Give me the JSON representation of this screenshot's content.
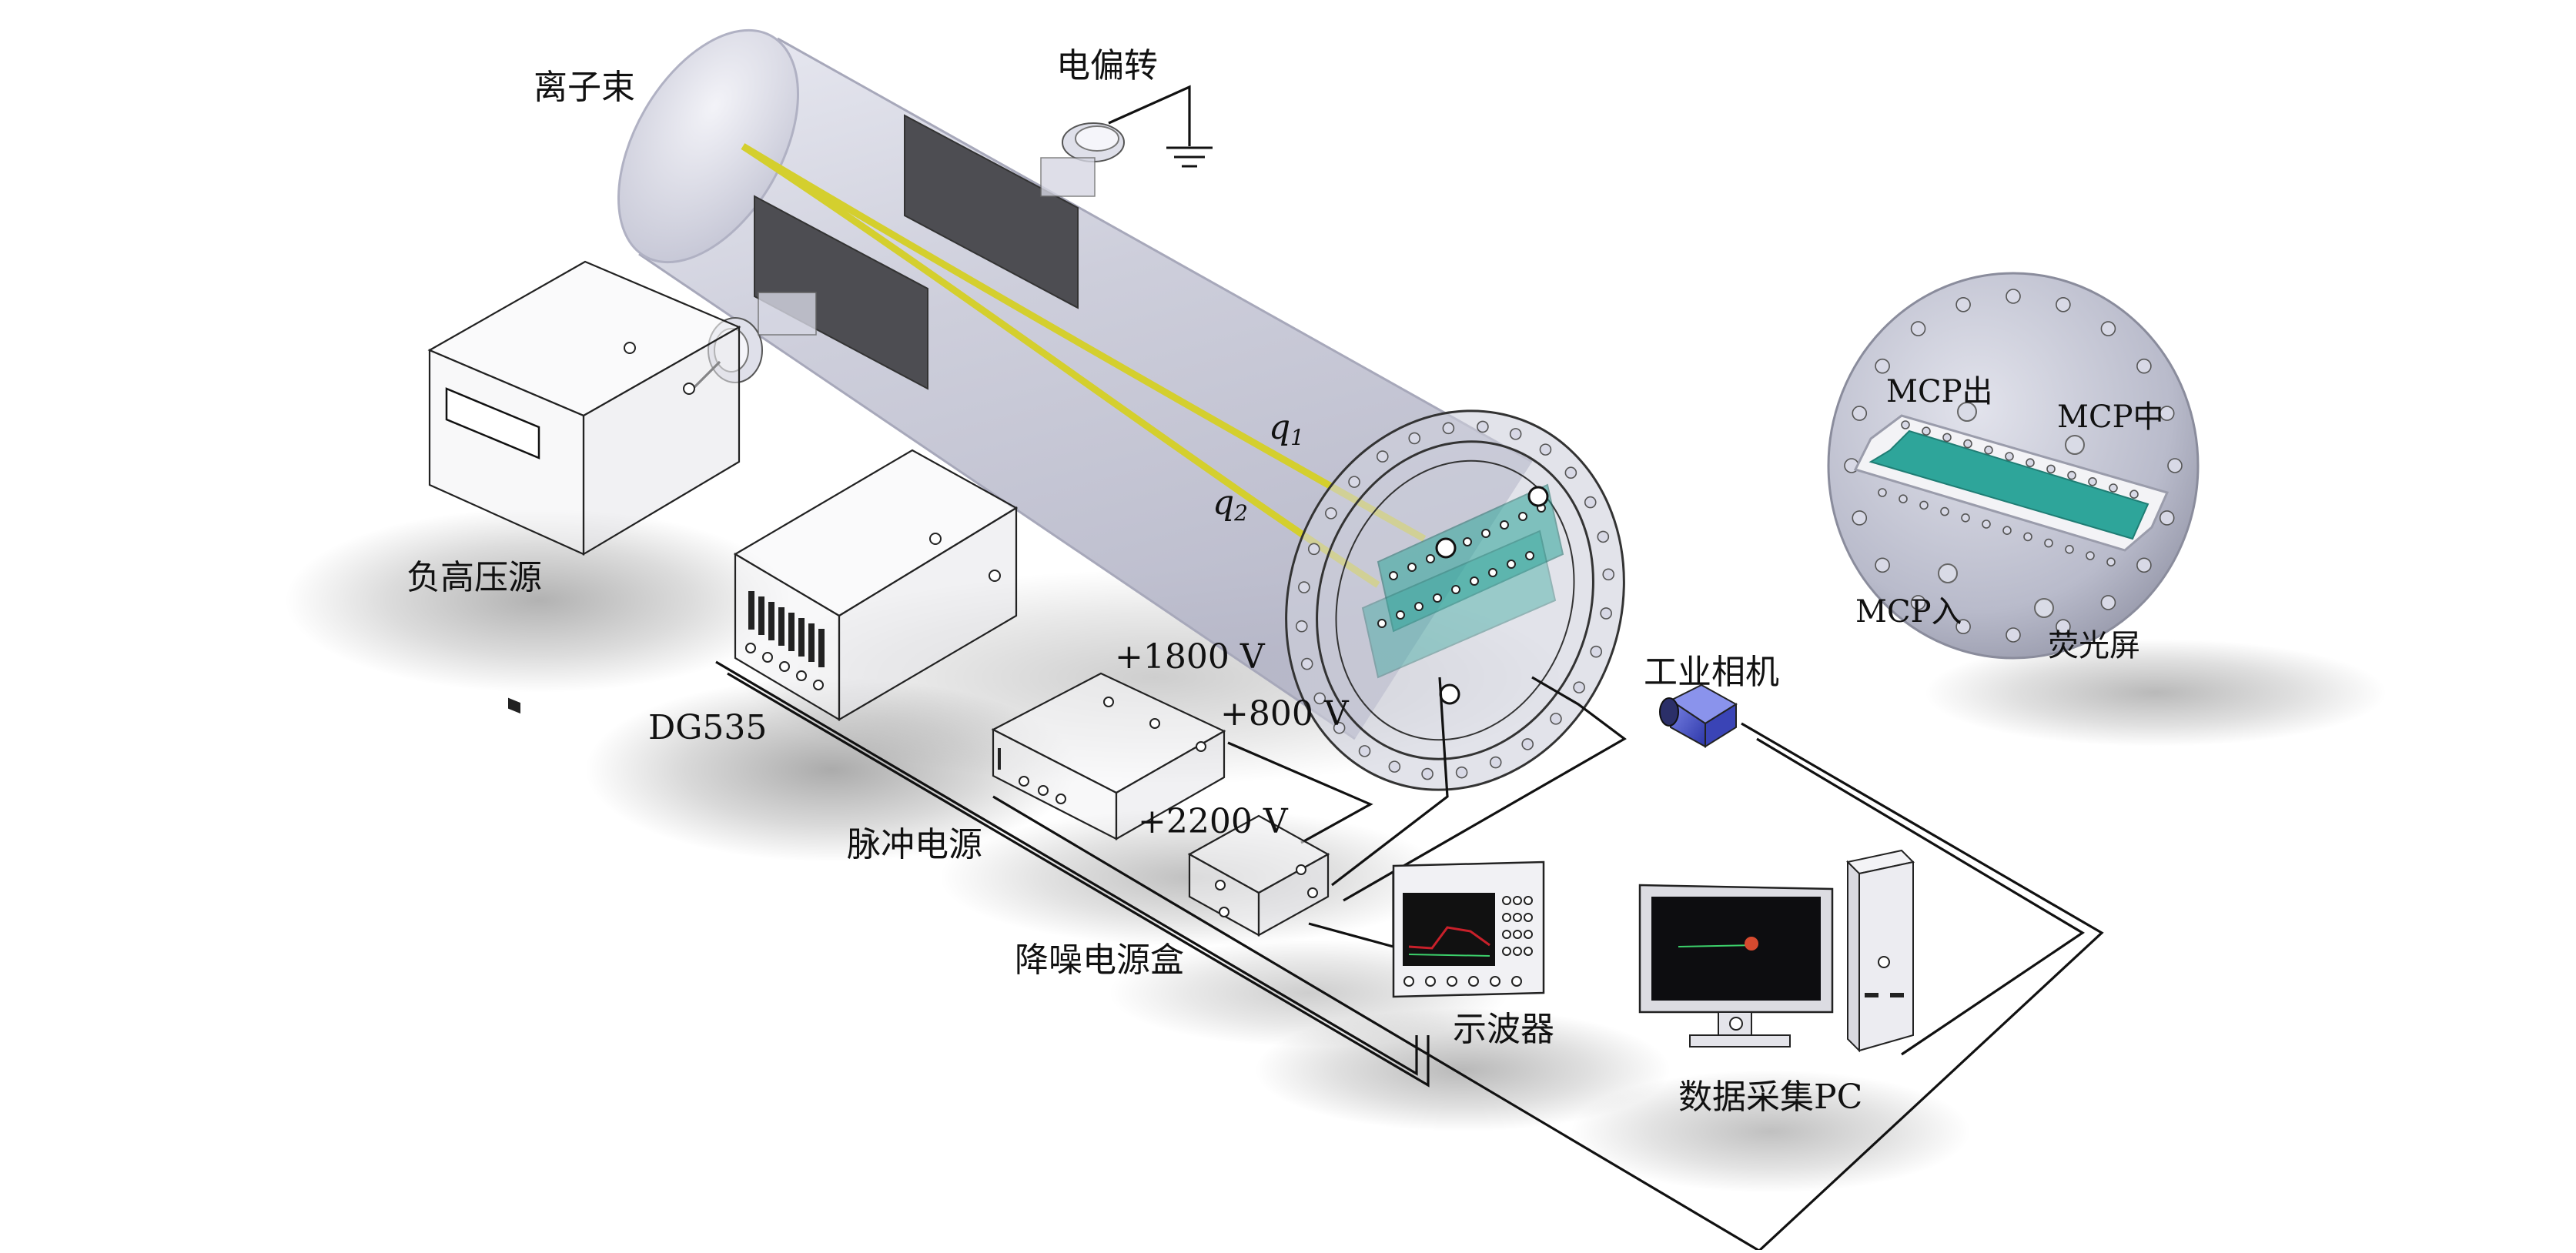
{
  "labels": {
    "ion_beam": "离子束",
    "e_deflect": "电偏转",
    "neg_hv": "负高压源",
    "dg535": "DG535",
    "pulse_ps": "脉冲电源",
    "lownoise_box": "降噪电源盒",
    "scope": "示波器",
    "camera": "工业相机",
    "daq_pc": "数据采集PC",
    "v1800": "+1800 V",
    "v800": "+800 V",
    "v2200": "+2200 V",
    "q1": "q",
    "q1_sub": "1",
    "q2": "q",
    "q2_sub": "2",
    "mcp_out": "MCP出",
    "mcp_mid": "MCP中",
    "mcp_in": "MCP入",
    "phosphor": "荧光屏"
  },
  "colors": {
    "chamber": "#c9cad8",
    "plate": "#4d4d52",
    "beam": "#d4cf2e",
    "phosphor": "#2ea59a",
    "camera": "#4a56c8"
  }
}
